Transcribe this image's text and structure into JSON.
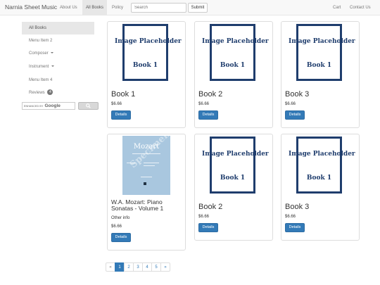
{
  "navbar": {
    "brand": "Narnia Sheet Music",
    "links": [
      "About Us",
      "All Books",
      "Policy"
    ],
    "active_link": "All Books",
    "search_placeholder": "Search",
    "submit_label": "Submit",
    "right_links": [
      "Cart",
      "Contact Us"
    ]
  },
  "sidebar": {
    "items": [
      {
        "label": "All Books",
        "active": true
      },
      {
        "label": "Menu Item 2"
      },
      {
        "label": "Composer",
        "dropdown": true
      },
      {
        "label": "Instrument",
        "dropdown": true
      },
      {
        "label": "Menu Item 4"
      },
      {
        "label": "Reviews",
        "badge": "4"
      }
    ],
    "google_search": {
      "enhanced_by": "ENHANCED BY",
      "brand": "Google"
    }
  },
  "products": [
    {
      "placeholder_line1": "Image Placeholder",
      "placeholder_line2": "Book 1",
      "title": "Book 1",
      "price": "$6.66",
      "button": "Details"
    },
    {
      "placeholder_line1": "Image Placeholder",
      "placeholder_line2": "Book 1",
      "title": "Book 2",
      "price": "$6.66",
      "button": "Details"
    },
    {
      "placeholder_line1": "Image Placeholder",
      "placeholder_line2": "Book 1",
      "title": "Book 3",
      "price": "$6.66",
      "button": "Details"
    },
    {
      "cover_title": "Mozart",
      "cover_watermark": "Specimen",
      "title": "W.A. Mozart: Piano Sonatas - Volume 1",
      "other_info": "Other info",
      "price": "$6.66",
      "button": "Details"
    },
    {
      "placeholder_line1": "Image Placeholder",
      "placeholder_line2": "Book 1",
      "title": "Book 2",
      "price": "$6.66",
      "button": "Details"
    },
    {
      "placeholder_line1": "Image Placeholder",
      "placeholder_line2": "Book 1",
      "title": "Book 3",
      "price": "$6.66",
      "button": "Details"
    }
  ],
  "pagination": {
    "prev": "«",
    "pages": [
      "1",
      "2",
      "3",
      "4",
      "5"
    ],
    "active": "1",
    "next": "»"
  },
  "colors": {
    "placeholder_navy": "#1f3d6d",
    "button_blue": "#337ab7",
    "navbar_bg": "#f8f8f8",
    "active_gray": "#e7e7e7"
  }
}
